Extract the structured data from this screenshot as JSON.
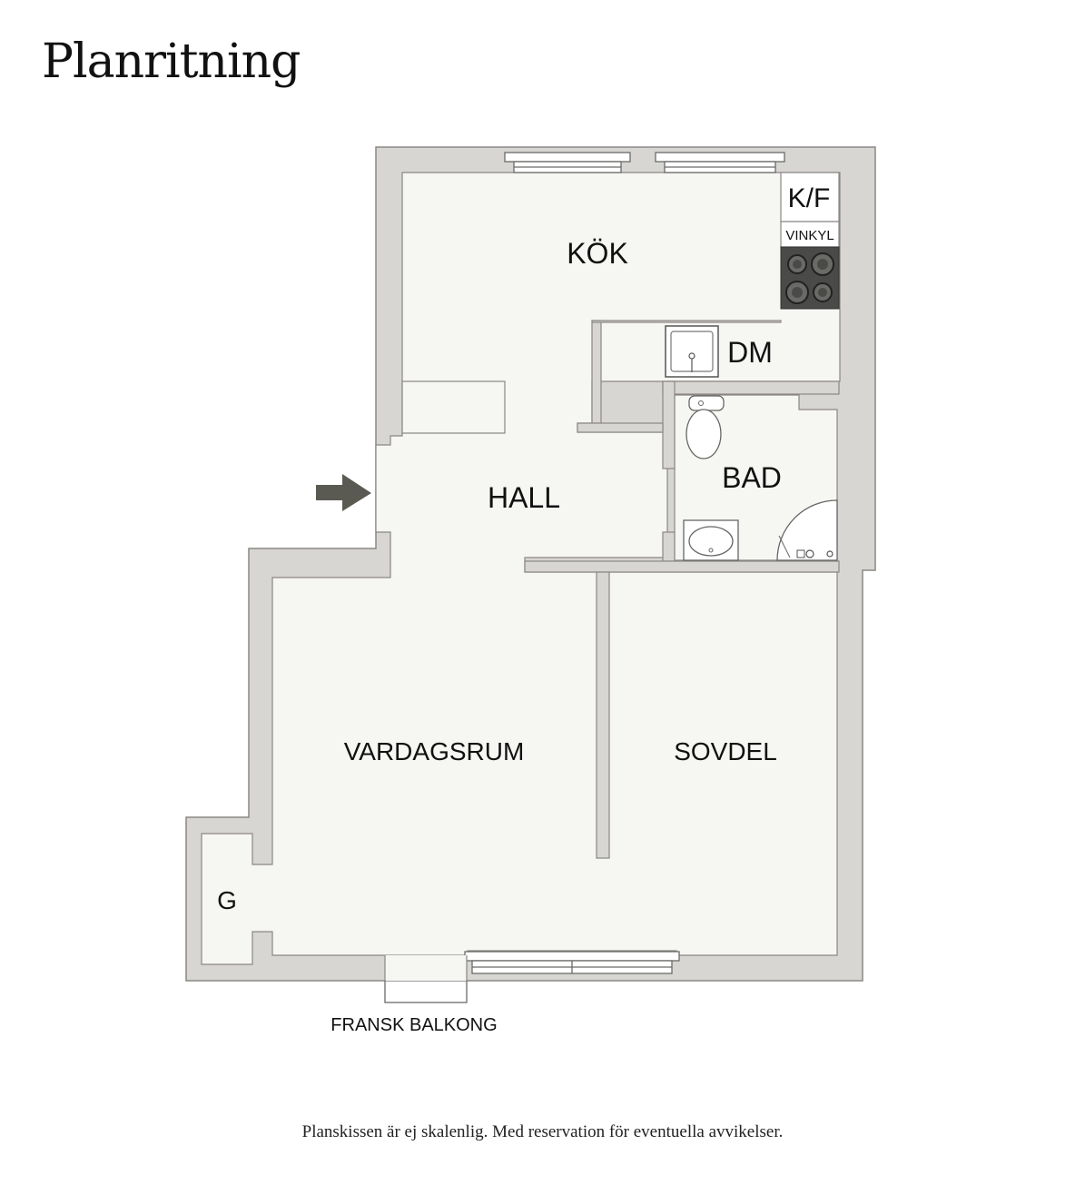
{
  "title": "Planritning",
  "rooms": {
    "kok": "KÖK",
    "kf": "K/F",
    "vinkyl": "VINKYL",
    "dm": "DM",
    "bad": "BAD",
    "hall": "HALL",
    "vardagsrum": "VARDAGSRUM",
    "sovdel": "SOVDEL",
    "g": "G"
  },
  "balcony_label": "FRANSK BALKONG",
  "disclaimer": "Planskissen är ej skalenlig. Med reservation för eventuella avvikelser.",
  "colors": {
    "wall": "#d8d6d3",
    "wall_stroke": "#8a8785",
    "floor": "#f6f6f3",
    "arrow": "#5b5a52",
    "stove": "#4a4a48"
  },
  "icons": [
    "entrance-arrow-icon",
    "stove-icon",
    "sink-icon",
    "toilet-icon",
    "washbasin-icon",
    "shower-icon",
    "window-icon"
  ]
}
